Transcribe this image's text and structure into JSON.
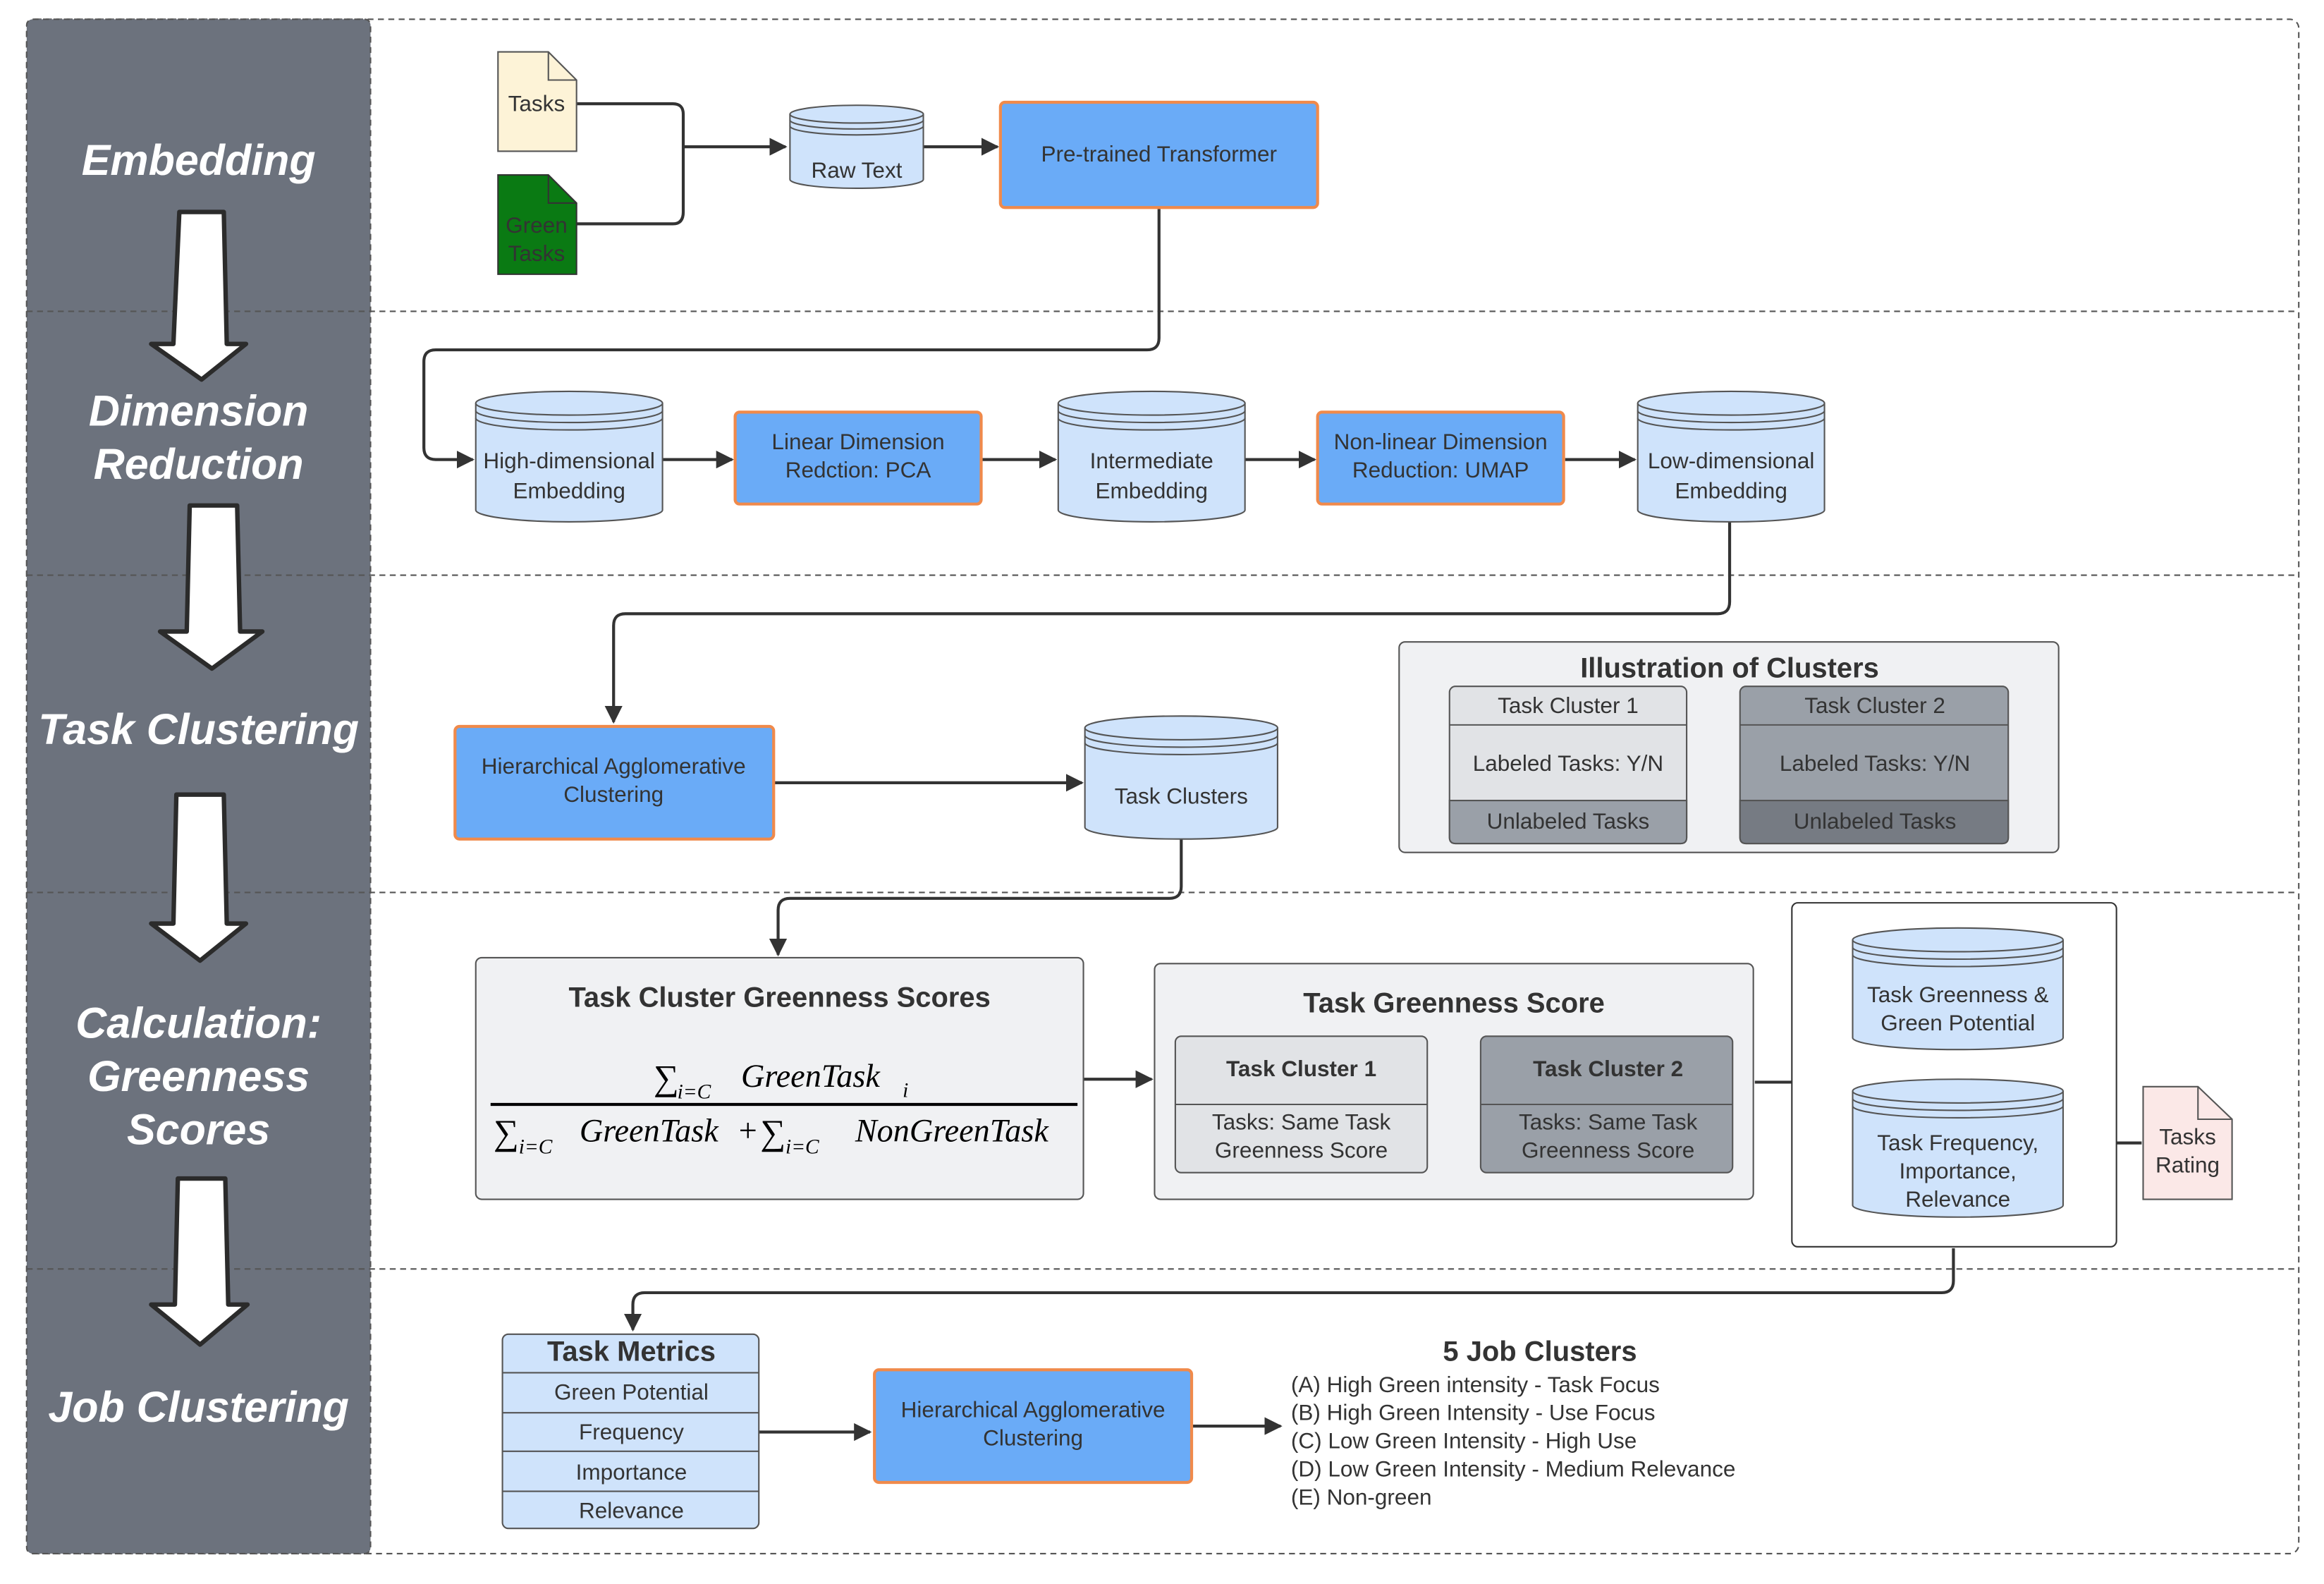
{
  "stages": [
    {
      "lines": [
        "Embedding"
      ]
    },
    {
      "lines": [
        "Dimension",
        "Reduction"
      ]
    },
    {
      "lines": [
        "Task Clustering"
      ]
    },
    {
      "lines": [
        "Calculation:",
        "Greenness",
        "Scores"
      ]
    },
    {
      "lines": [
        "Job Clustering"
      ]
    }
  ],
  "embedding": {
    "tasks_doc": "Tasks",
    "green_tasks_doc": [
      "Green",
      "Tasks"
    ],
    "raw_text": "Raw Text",
    "transformer": "Pre-trained Transformer"
  },
  "dimension": {
    "high_dim": [
      "High-dimensional",
      "Embedding"
    ],
    "pca": [
      "Linear Dimension",
      "Redction: PCA"
    ],
    "intermediate": [
      "Intermediate",
      "Embedding"
    ],
    "umap": [
      "Non-linear Dimension",
      "Reduction: UMAP"
    ],
    "low_dim": [
      "Low-dimensional",
      "Embedding"
    ]
  },
  "clustering": {
    "hac": [
      "Hierarchical Agglomerative",
      "Clustering"
    ],
    "task_clusters": "Task Clusters",
    "illustration": {
      "title": "Illustration of Clusters",
      "clusters": [
        {
          "name": "Task Cluster 1",
          "labeled": "Labeled Tasks: Y/N",
          "unlabeled": "Unlabeled Tasks"
        },
        {
          "name": "Task Cluster 2",
          "labeled": "Labeled Tasks: Y/N",
          "unlabeled": "Unlabeled Tasks"
        }
      ]
    }
  },
  "greenness": {
    "cluster_scores_title": "Task Cluster Greenness Scores",
    "formula": {
      "sum": "∑",
      "sub": "i=C",
      "num_term": "GreenTask",
      "num_index": "i",
      "den_term1": "GreenTask",
      "plus": "+",
      "den_term2": "NonGreenTask"
    },
    "task_score_title": "Task Greenness Score",
    "clusters": [
      {
        "name": "Task Cluster 1",
        "body": [
          "Tasks:  Same Task",
          "Greenness Score"
        ]
      },
      {
        "name": "Task Cluster 2",
        "body": [
          "Tasks:  Same Task",
          "Greenness Score"
        ]
      }
    ],
    "green_potential": [
      "Task Greenness &",
      "Green Potential"
    ],
    "freq": [
      "Task Frequency,",
      "Importance,",
      "Relevance"
    ],
    "rating_doc": [
      "Tasks",
      "Rating"
    ]
  },
  "job": {
    "metrics_title": "Task Metrics",
    "metrics": [
      "Green Potential",
      "Frequency",
      "Importance",
      "Relevance"
    ],
    "hac": [
      "Hierarchical Agglomerative",
      "Clustering"
    ],
    "clusters_title": "5 Job Clusters",
    "clusters": [
      "(A) High Green intensity - Task Focus",
      "(B) High Green Intensity - Use Focus",
      "(C) Low Green Intensity - High Use",
      "(D) Low Green Intensity - Medium Relevance",
      "(E) Non-green"
    ]
  },
  "colors": {
    "sidebar": "#6c727d",
    "process_fill": "#6aabf7",
    "process_border": "#f08a4b",
    "store_fill": "#cfe3fb",
    "doc_cream": "#fdf3d7",
    "doc_green": "#0a7a13",
    "doc_pink": "#fbe8e7",
    "panel": "#f0f1f3",
    "light_gray": "#e1e3e6",
    "mid_gray": "#9aa0a8",
    "dark_gray": "#767b83"
  }
}
